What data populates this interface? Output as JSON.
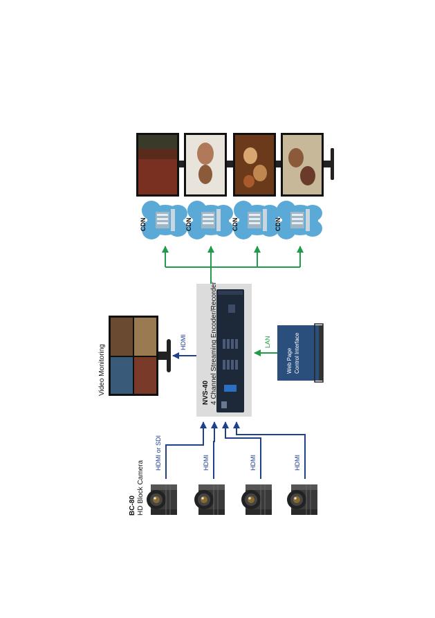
{
  "labels": {
    "camera_model": "BC-80",
    "camera_desc": "HD Block Camera",
    "cam1_conn": "HDMI or SDI",
    "cam2_conn": "HDMI",
    "cam3_conn": "HDMI",
    "cam4_conn": "HDMI",
    "encoder_model": "NVS-40",
    "encoder_desc": "4 Channel Streaming Encoder/Recorder",
    "monitoring": "Video Monitoring",
    "monitor_conn": "HDMI",
    "lan": "LAN",
    "laptop_line1": "Web Page",
    "laptop_line2": "Control Interface",
    "cdn": [
      "CDN",
      "CDN",
      "CDN",
      "CDN"
    ]
  },
  "colors": {
    "input_arrow": "#1f3f8f",
    "output_arrow": "#1f9b4a",
    "cloud": "#5aa9d6",
    "encoder_panel": "#dcdcdc"
  }
}
